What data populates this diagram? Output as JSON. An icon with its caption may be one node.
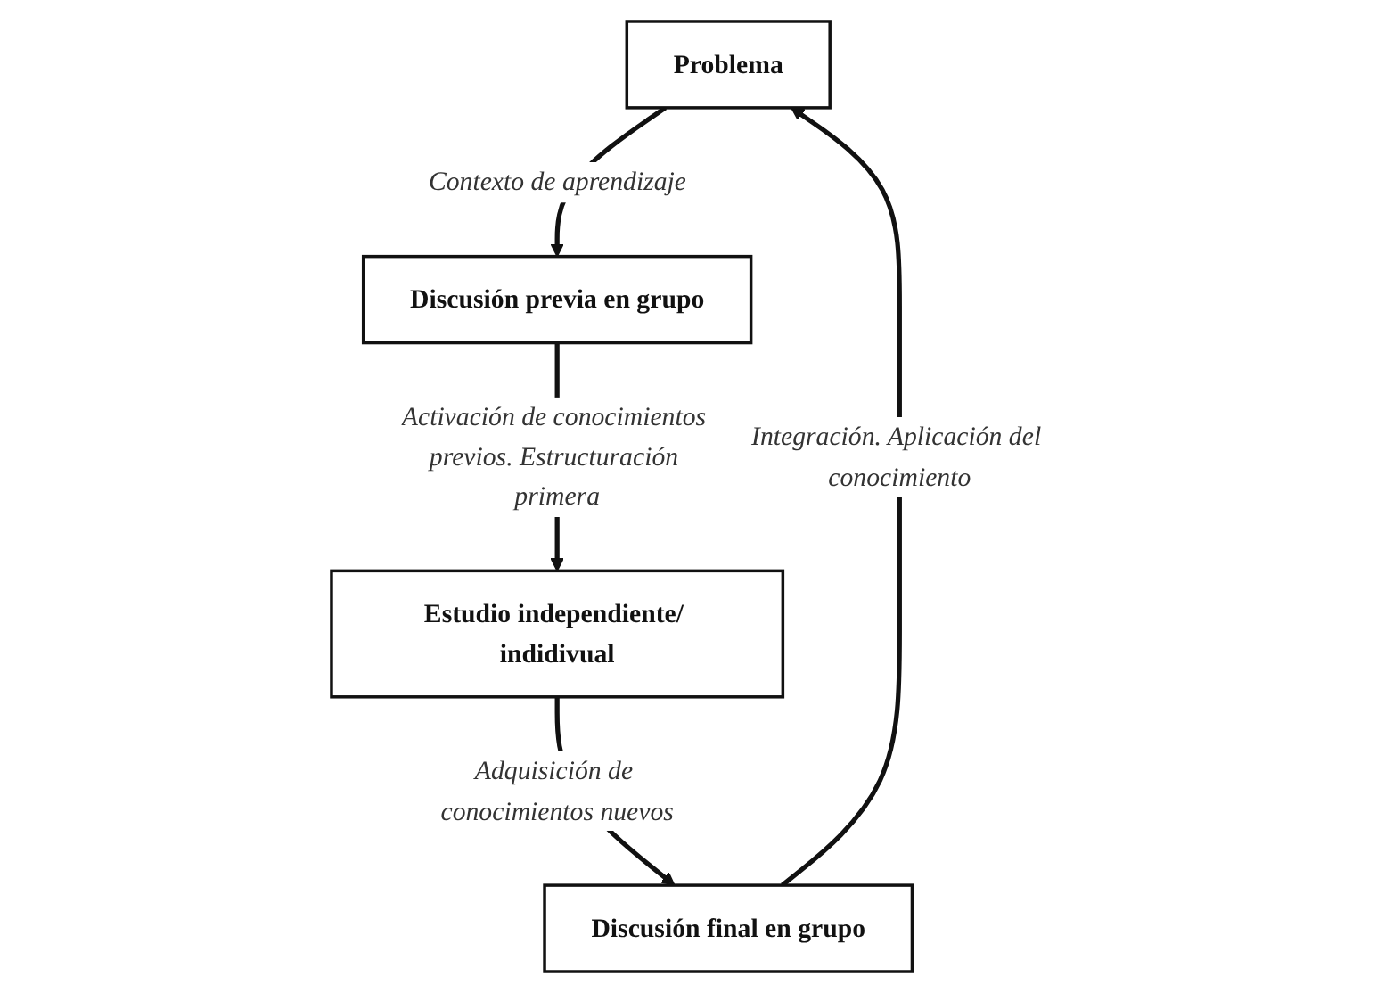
{
  "diagram": {
    "nodes": [
      {
        "text": [
          "Problema"
        ]
      },
      {
        "text": [
          "Discusión previa en grupo"
        ]
      },
      {
        "text": [
          "Estudio independiente/ indidivual"
        ]
      },
      {
        "text": [
          "Discusión final en grupo"
        ]
      }
    ],
    "edges": [
      {
        "from": 0,
        "to": 1,
        "arrow": "to",
        "label": "Contexto de aprendizaje"
      },
      {
        "from": 1,
        "to": 2,
        "arrow": "to",
        "label": "Activación de conocimientos previos. Estructuración primera"
      },
      {
        "from": 2,
        "to": 3,
        "arrow": "to",
        "label": "Adquisición de conocimientos nuevos"
      },
      {
        "from": 3,
        "to": 0,
        "arrow": "to",
        "label": "Integración. Aplicación del conocimiento"
      }
    ]
  }
}
